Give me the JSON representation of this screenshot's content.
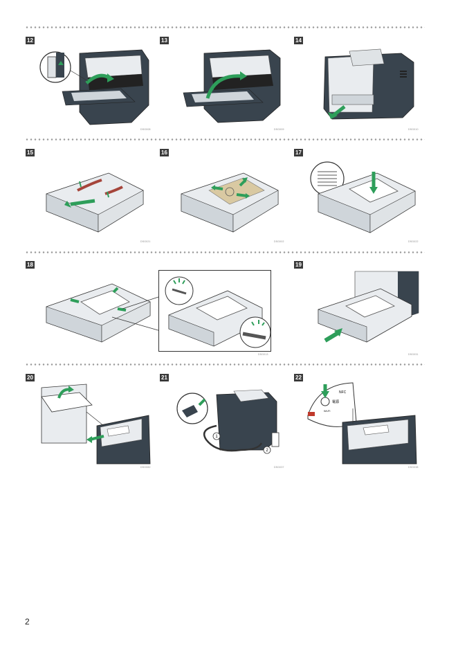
{
  "page": {
    "number": "2"
  },
  "colors": {
    "accent": "#2e9e5a",
    "body": "#2f3b45",
    "light": "#e9ecef"
  },
  "steps": [
    {
      "n": "12",
      "code": "DSG008",
      "illustration": "printer-front-open-remove-cartridge"
    },
    {
      "n": "13",
      "code": "DSG009",
      "illustration": "printer-front-open-insert-cartridge"
    },
    {
      "n": "14",
      "code": "DSG010",
      "illustration": "printer-pull-out-tray"
    },
    {
      "n": "15",
      "code": "DSG021",
      "illustration": "tray-remove-tape"
    },
    {
      "n": "16",
      "code": "DSG002",
      "illustration": "tray-adjust-guides"
    },
    {
      "n": "17",
      "code": "DSG022",
      "illustration": "tray-load-paper"
    },
    {
      "n": "18",
      "code": "DSG013",
      "illustration": "tray-guides-detail"
    },
    {
      "n": "19",
      "code": "DSG031",
      "illustration": "tray-insert"
    },
    {
      "n": "20",
      "code": "DSG082",
      "illustration": "output-tray-extend"
    },
    {
      "n": "21",
      "code": "DSG037",
      "illustration": "power-cord-connect"
    },
    {
      "n": "22",
      "code": "DSG038",
      "illustration": "power-button-nfc"
    }
  ],
  "panel_labels": {
    "nfc": "NFC",
    "wifi": "Wi-Fi",
    "power": "電源"
  }
}
